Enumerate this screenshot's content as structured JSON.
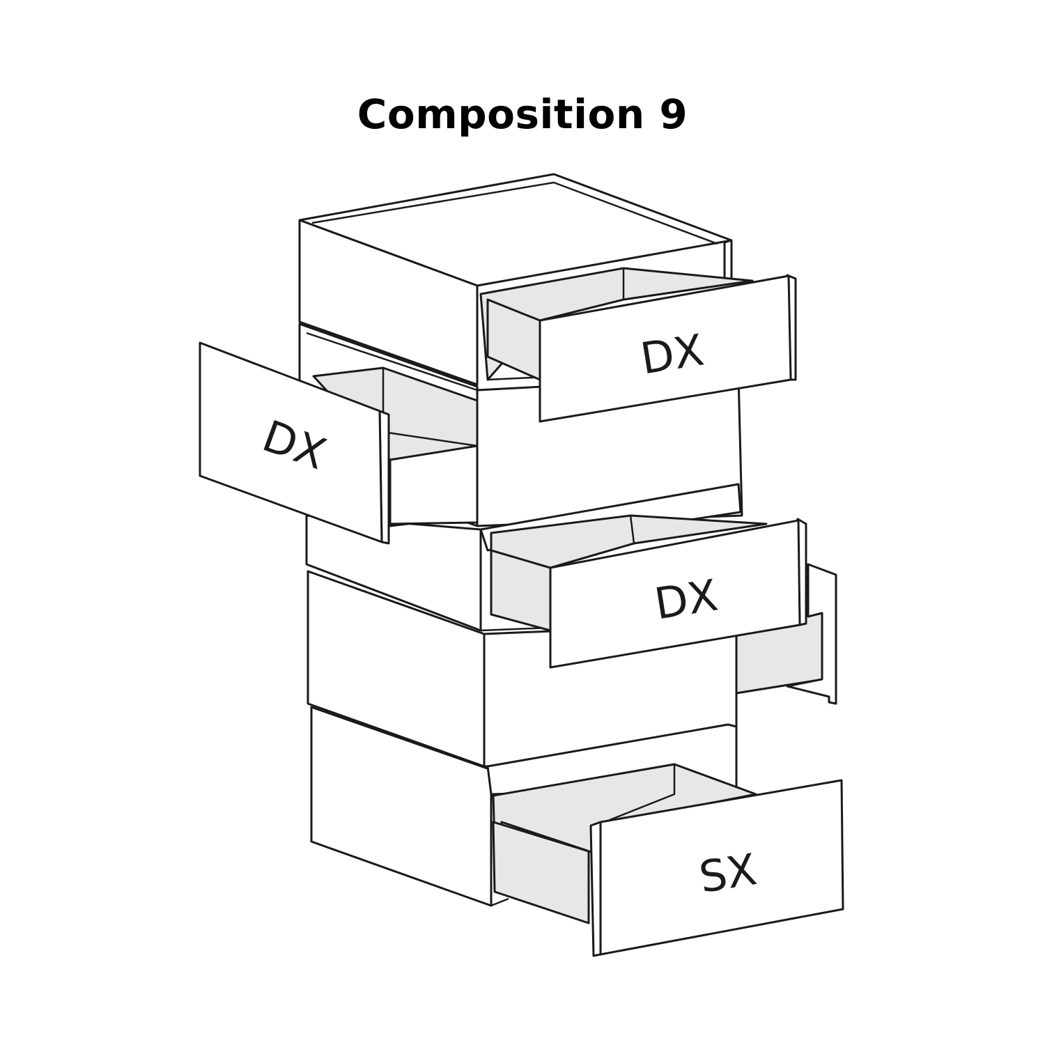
{
  "title": "Composition 9",
  "colors": {
    "stroke": "#1a1a1a",
    "drawer_interior": "#e6e7e8",
    "background": "#ffffff"
  },
  "drawers": [
    {
      "label": "DX"
    },
    {
      "label": "DX"
    },
    {
      "label": "DX"
    },
    {
      "label": "SX"
    }
  ]
}
